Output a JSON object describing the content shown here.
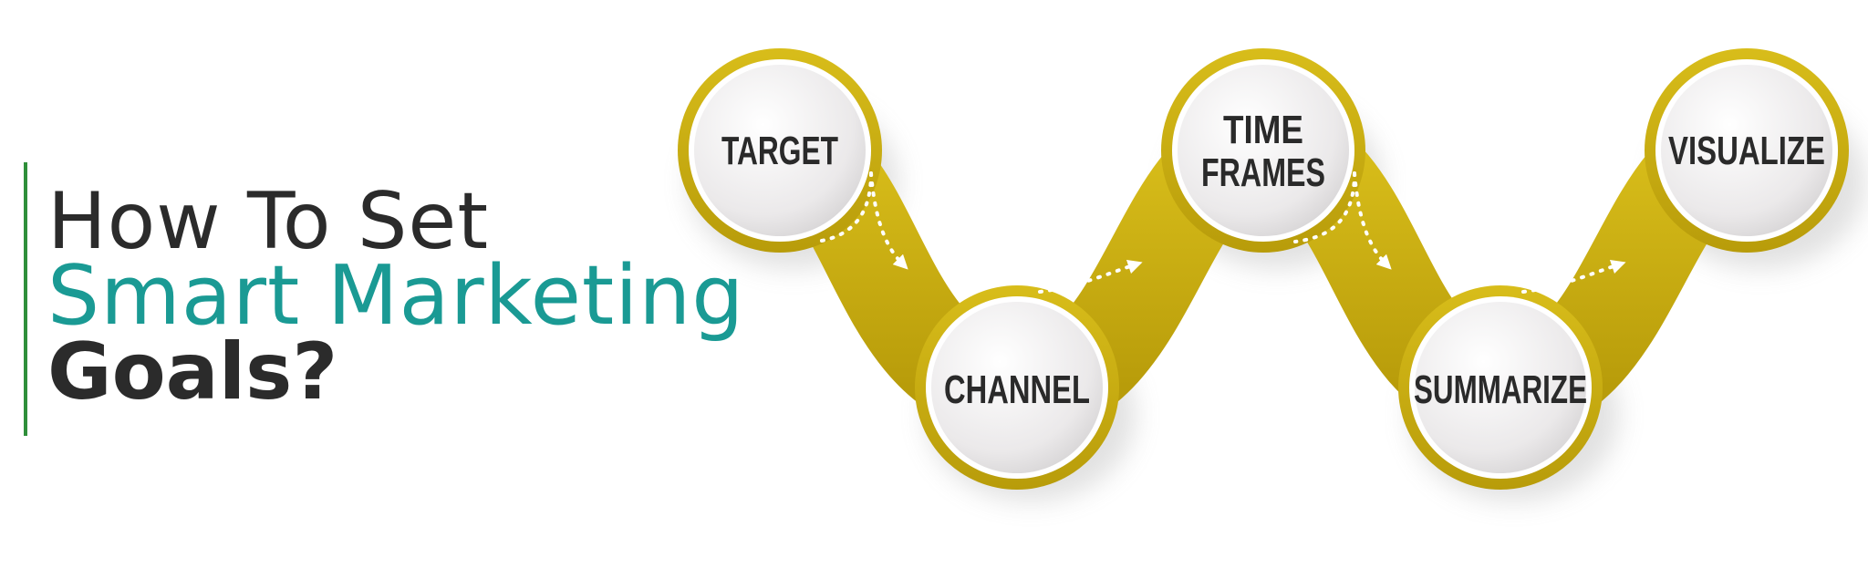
{
  "title": {
    "line1": "How To Set",
    "line2": "Smart Marketing",
    "line3": "Goals?"
  },
  "colors": {
    "accent_bar": "#2f8f3a",
    "title_dark": "#2b2b2b",
    "title_teal": "#1a9a94",
    "ribbon_gold": "#c9ac10",
    "ribbon_gold_dark": "#9e8407",
    "circle_face": "#efedee",
    "label_text": "#2a2a2a"
  },
  "steps": [
    {
      "label_line1": "TARGET",
      "label_line2": ""
    },
    {
      "label_line1": "CHANNEL",
      "label_line2": ""
    },
    {
      "label_line1": "TIME",
      "label_line2": "FRAMES"
    },
    {
      "label_line1": "SUMMARIZE",
      "label_line2": ""
    },
    {
      "label_line1": "VISUALIZE",
      "label_line2": ""
    }
  ],
  "icons": {
    "connector": "dotted-arrow-icon"
  }
}
